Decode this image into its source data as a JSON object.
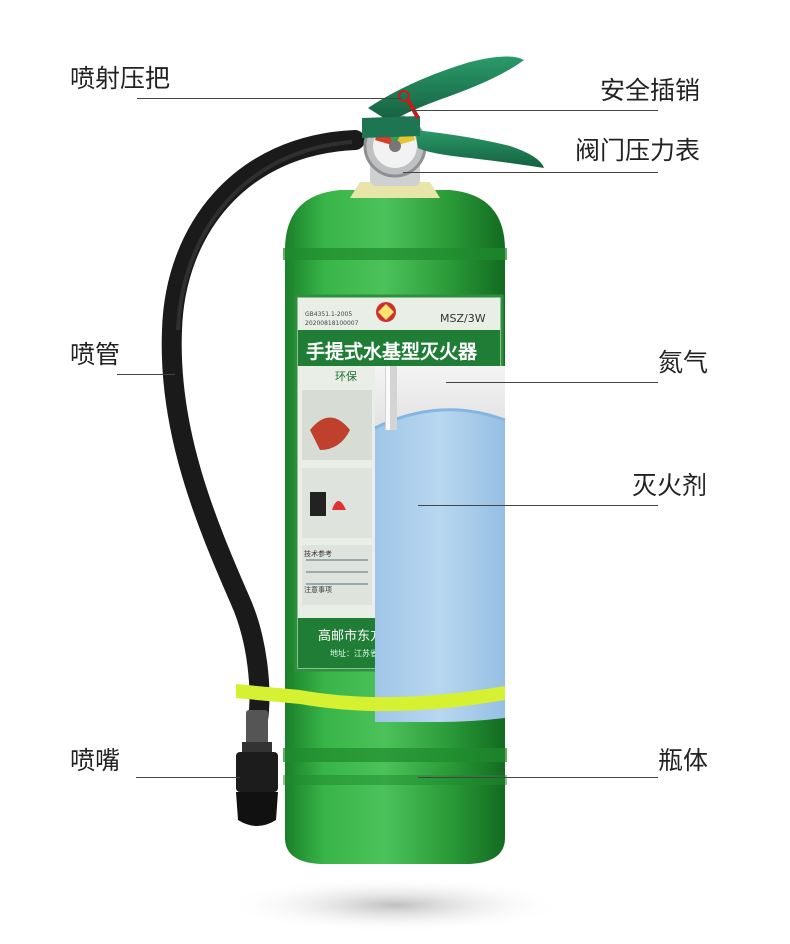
{
  "callouts": {
    "spray_handle": "喷射压把",
    "safety_pin": "安全插销",
    "valve_gauge": "阀门压力表",
    "hose": "喷管",
    "nitrogen": "氮气",
    "agent": "灭火剂",
    "nozzle": "喷嘴",
    "cylinder_body": "瓶体"
  },
  "extinguisher_label": {
    "model": "MSZ/3W",
    "title": "手提式水基型灭火器",
    "subtitle": "环保",
    "standard_code": "GB4351.1-2005",
    "cert_code": "20200818100007",
    "tech_ref": "技术参考",
    "notes": "注意事项",
    "maker": "高邮市东方",
    "address": "地址：江苏省"
  },
  "colors": {
    "body_green": "#2aa03a",
    "handle_green": "#1e7a52",
    "water_blue": "#a9cdeb",
    "hose_black": "#1a1a1a",
    "band_yellow": "#d6f032"
  }
}
